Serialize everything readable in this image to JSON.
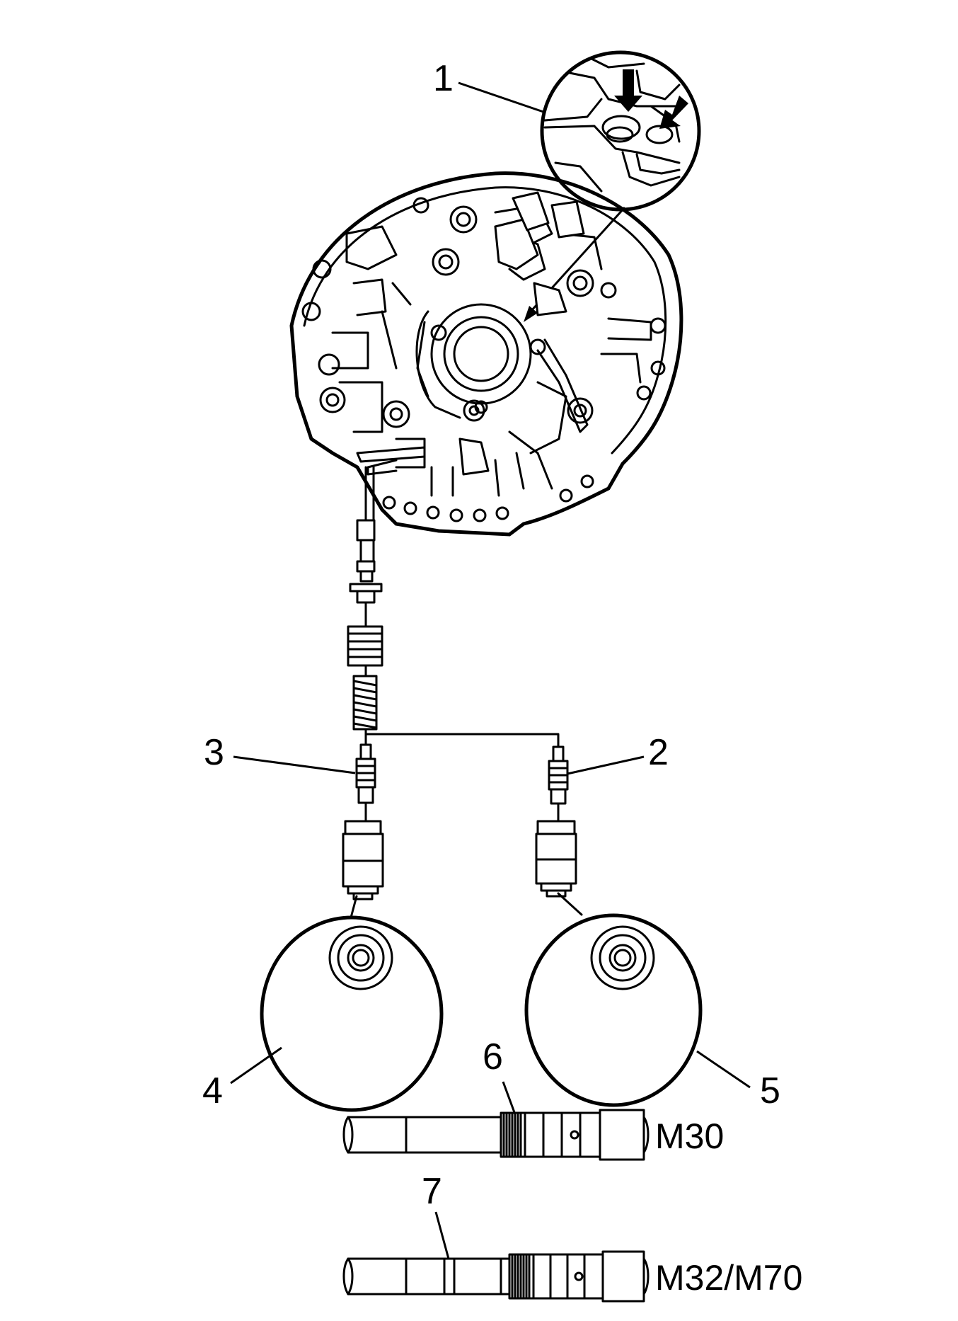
{
  "callouts": {
    "c1": "1",
    "c2": "2",
    "c3": "3",
    "c4": "4",
    "c5": "5",
    "c6": "6",
    "c7": "7"
  },
  "variants": {
    "m30": "M30",
    "m32_m70": "M32/M70"
  },
  "colors": {
    "line": "#000000",
    "background": "#ffffff"
  }
}
